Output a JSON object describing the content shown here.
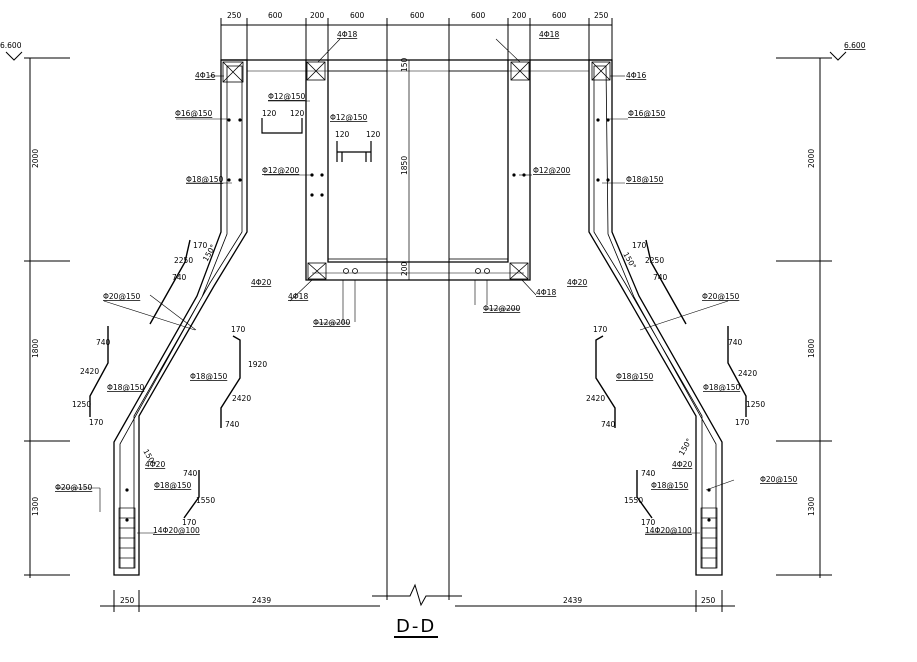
{
  "section_title": "D-D",
  "elevation_label": "6.600",
  "top_dims": [
    "250",
    "600",
    "200",
    "600",
    "600",
    "600",
    "200",
    "600",
    "250"
  ],
  "vertical_dims": {
    "upper": "2000",
    "middle": "1800",
    "lower": "1300",
    "inner_wall": "1850",
    "top_slab": "150",
    "bottom_slab": "200"
  },
  "bottom_dims": {
    "left_wall": "250",
    "left_span": "2439",
    "right_span": "2439",
    "right_wall": "250"
  },
  "rebar": {
    "c4_18": "4Φ18",
    "c4_16": "4Φ16",
    "c4_20": "4Φ20",
    "p16_150": "Φ16@150",
    "p12_150": "Φ12@150",
    "p18_150": "Φ18@150",
    "p12_200": "Φ12@200",
    "p20_150": "Φ20@150",
    "p14_20_100": "14Φ20@100"
  },
  "lengths": {
    "l120": "120",
    "l170": "170",
    "l740": "740",
    "l2250": "2250",
    "l2420": "2420",
    "l1920": "1920",
    "l1250": "1250",
    "l1550": "1550"
  },
  "angles": {
    "a150": "150°",
    "a150b": "150°"
  }
}
